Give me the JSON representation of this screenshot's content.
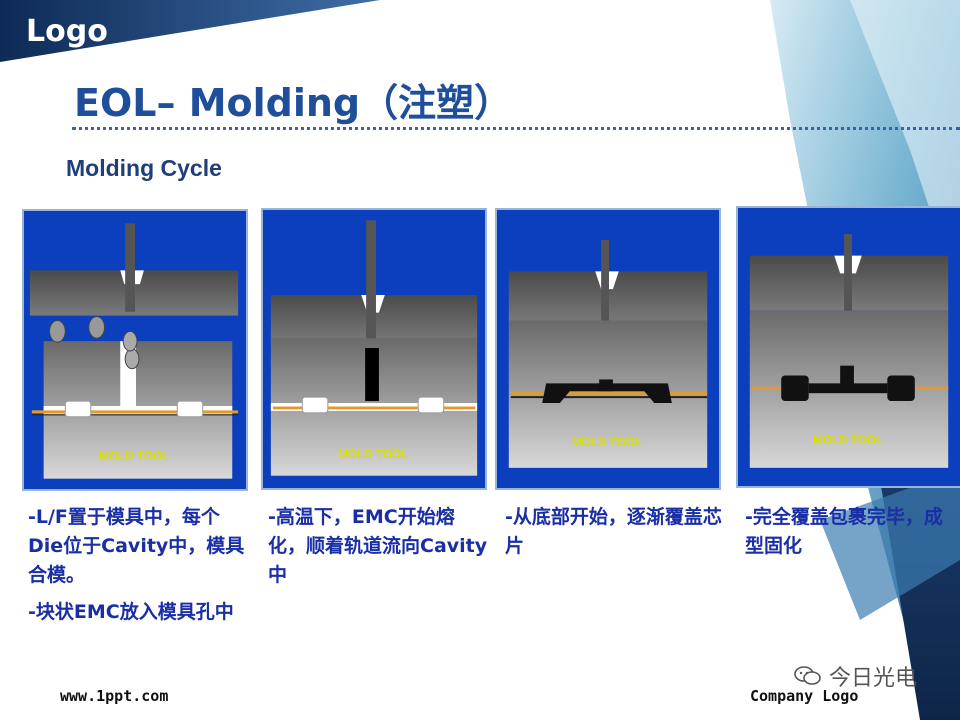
{
  "header": {
    "logo": "Logo",
    "title": "EOL– Molding（注塑）"
  },
  "section": {
    "subtitle": "Molding Cycle"
  },
  "panels": [
    {
      "label": "MOLD TOOL",
      "stage": "load"
    },
    {
      "label": "MOLD TOOL",
      "stage": "melt"
    },
    {
      "label": "MOLD TOOL",
      "stage": "fill"
    },
    {
      "label": "MOLD TOOL",
      "stage": "cure"
    }
  ],
  "captions": [
    {
      "lines": [
        "-L/F置于模具中，每个Die位于Cavity中，模具合模。",
        "-块状EMC放入模具孔中"
      ]
    },
    {
      "lines": [
        "-高温下，EMC开始熔化，顺着轨道流向Cavity中"
      ]
    },
    {
      "lines": [
        "-从底部开始，逐渐覆盖芯片"
      ]
    },
    {
      "lines": [
        "-完全覆盖包裹完毕，成型固化"
      ]
    }
  ],
  "footer": {
    "left": "www.1ppt.com",
    "right": "Company Logo"
  },
  "watermark": {
    "text": "今日光电",
    "icon": "wechat-icon"
  },
  "colors": {
    "title": "#1f4e9a",
    "caption": "#1a2ea6",
    "panel_bg": "#0b3fbd",
    "label": "#d8e000"
  }
}
